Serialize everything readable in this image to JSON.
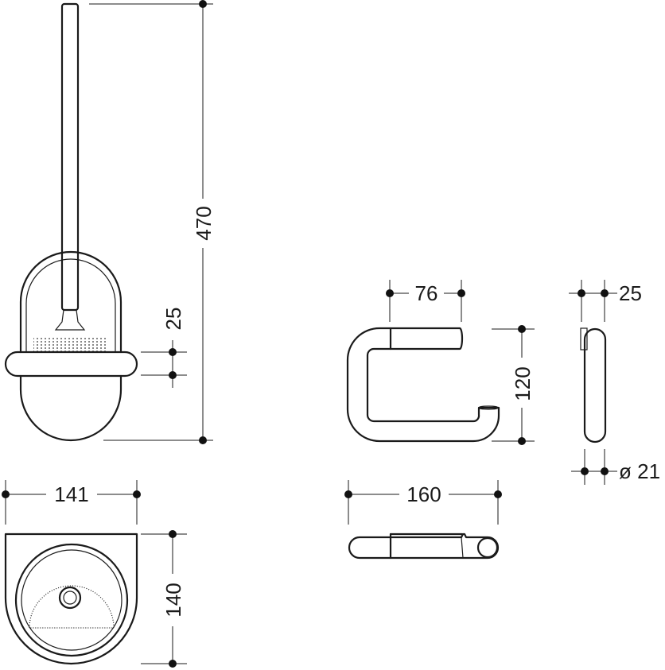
{
  "drawing": {
    "brush_holder": {
      "height_label": "470",
      "ring_label": "25",
      "width_label": "141",
      "depth_label": "140"
    },
    "paper_holder": {
      "opening_label": "76",
      "height_label": "120",
      "width_label": "160",
      "side_depth_label": "25",
      "diameter_label": "ø 21"
    }
  },
  "colors": {
    "line": "#1a1a1a",
    "background": "#ffffff"
  }
}
